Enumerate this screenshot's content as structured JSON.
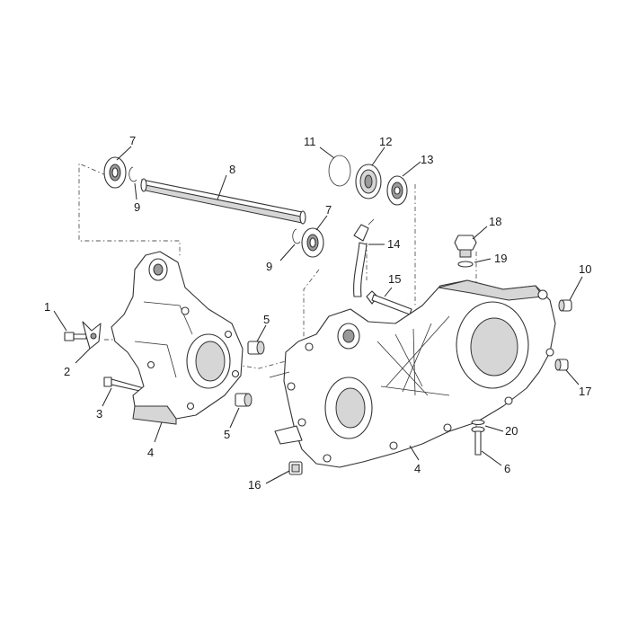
{
  "diagram": {
    "callouts": [
      {
        "id": "c7a",
        "label": "7"
      },
      {
        "id": "c9a",
        "label": "9"
      },
      {
        "id": "c8",
        "label": "8"
      },
      {
        "id": "c7b",
        "label": "7"
      },
      {
        "id": "c9b",
        "label": "9"
      },
      {
        "id": "c11",
        "label": "11"
      },
      {
        "id": "c12",
        "label": "12"
      },
      {
        "id": "c13",
        "label": "13"
      },
      {
        "id": "c14",
        "label": "14"
      },
      {
        "id": "c18",
        "label": "18"
      },
      {
        "id": "c19",
        "label": "19"
      },
      {
        "id": "c15",
        "label": "15"
      },
      {
        "id": "c10",
        "label": "10"
      },
      {
        "id": "c1",
        "label": "1"
      },
      {
        "id": "c2",
        "label": "2"
      },
      {
        "id": "c3",
        "label": "3"
      },
      {
        "id": "c4a",
        "label": "4"
      },
      {
        "id": "c5a",
        "label": "5"
      },
      {
        "id": "c5b",
        "label": "5"
      },
      {
        "id": "c4b",
        "label": "4"
      },
      {
        "id": "c16",
        "label": "16"
      },
      {
        "id": "c17",
        "label": "17"
      },
      {
        "id": "c20",
        "label": "20"
      },
      {
        "id": "c6",
        "label": "6"
      }
    ]
  }
}
